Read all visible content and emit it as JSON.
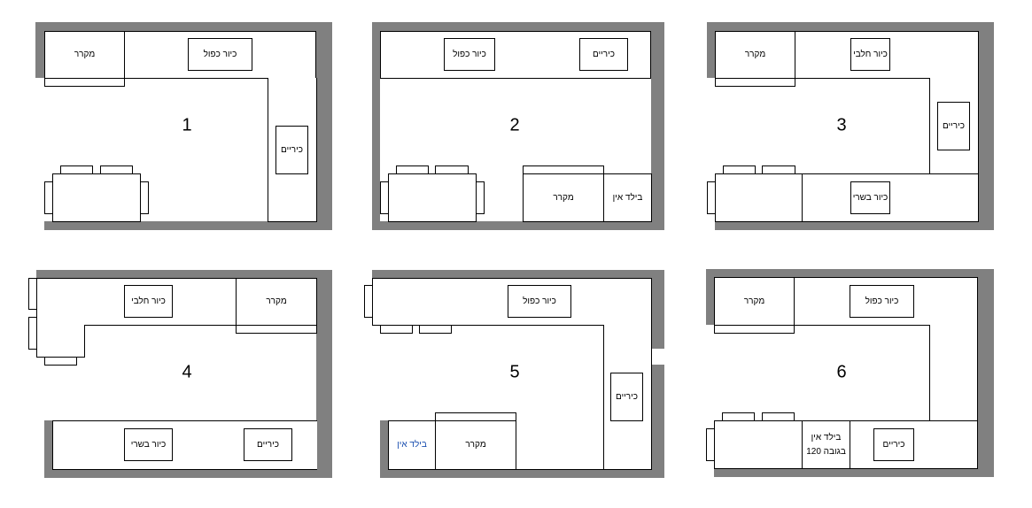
{
  "labels": {
    "fridge": "מקרר",
    "double_sink": "כיור כפול",
    "cooktop": "כיריים",
    "dairy_sink": "כיור חלבי",
    "meat_sink": "כיור בשרי",
    "built_in": "בילד אין",
    "built_in_120_line1": "בילד אין",
    "built_in_120_line2": "בגובה 120"
  },
  "layouts": [
    {
      "number": "1"
    },
    {
      "number": "2"
    },
    {
      "number": "3"
    },
    {
      "number": "4"
    },
    {
      "number": "5"
    },
    {
      "number": "6"
    }
  ],
  "colors": {
    "wall": "#808080",
    "line": "#000000",
    "floor": "#ffffff"
  }
}
